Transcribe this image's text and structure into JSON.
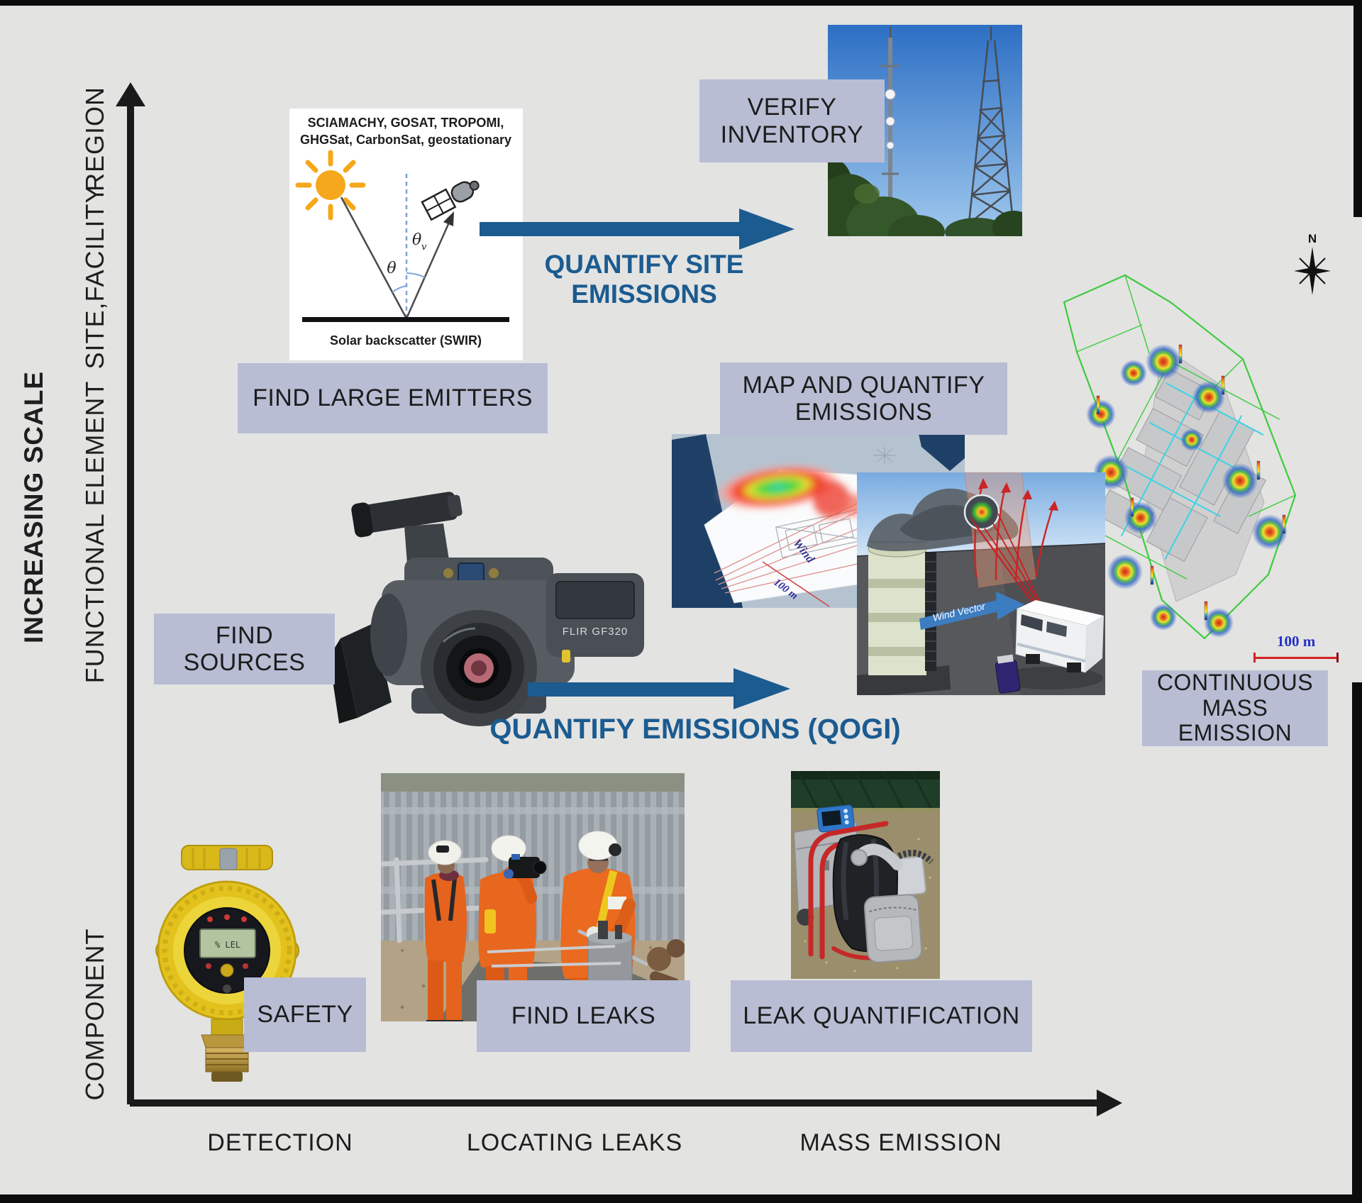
{
  "axes": {
    "y_title": "INCREASING SCALE",
    "y_labels": [
      "REGION",
      "SITE,FACILITY",
      "FUNCTIONAL ELEMENT",
      "COMPONENT"
    ],
    "x_labels": [
      "DETECTION",
      "LOCATING LEAKS",
      "MASS EMISSION"
    ]
  },
  "arrows": {
    "site": "QUANTIFY SITE EMISSIONS",
    "qogi": "QUANTIFY EMISSIONS (QOGI)"
  },
  "callouts": {
    "verify_inventory": "VERIFY\nINVENTORY",
    "find_large_emitters": "FIND LARGE EMITTERS",
    "map_and_quantify_emissions": "MAP AND QUANTIFY\nEMISSIONS",
    "find_sources": "FIND SOURCES",
    "continuous_mass_emission": "CONTINUOUS\nMASS\nEMISSION",
    "safety": "SAFETY",
    "find_leaks": "FIND LEAKS",
    "leak_quantification": "LEAK QUANTIFICATION"
  },
  "satellite_diagram": {
    "caption_line1": "SCIAMACHY, GOSAT, TROPOMI,",
    "caption_line2": "GHGSat, CarbonSat, geostationary",
    "solar_angle": "θ",
    "view_angle": "θ",
    "view_angle_sub": "v",
    "ground_label": "Solar backscatter  (SWIR)"
  },
  "flir_camera": {
    "label": "FLIR GF320"
  },
  "plume_map": {
    "wind_label": "Wind",
    "scale_label": "100 m"
  },
  "wind_scene": {
    "vector_label": "Wind Vector"
  },
  "site_map": {
    "compass_label": "N",
    "scale_label": "100 m"
  },
  "gas_detector": {
    "lcd_label": "% LEL"
  },
  "colors": {
    "background": "#e3e3e2",
    "callout_bg": "#b8bdd4",
    "accent_blue": "#1b5b90",
    "frame_black": "#0c0c0c"
  }
}
